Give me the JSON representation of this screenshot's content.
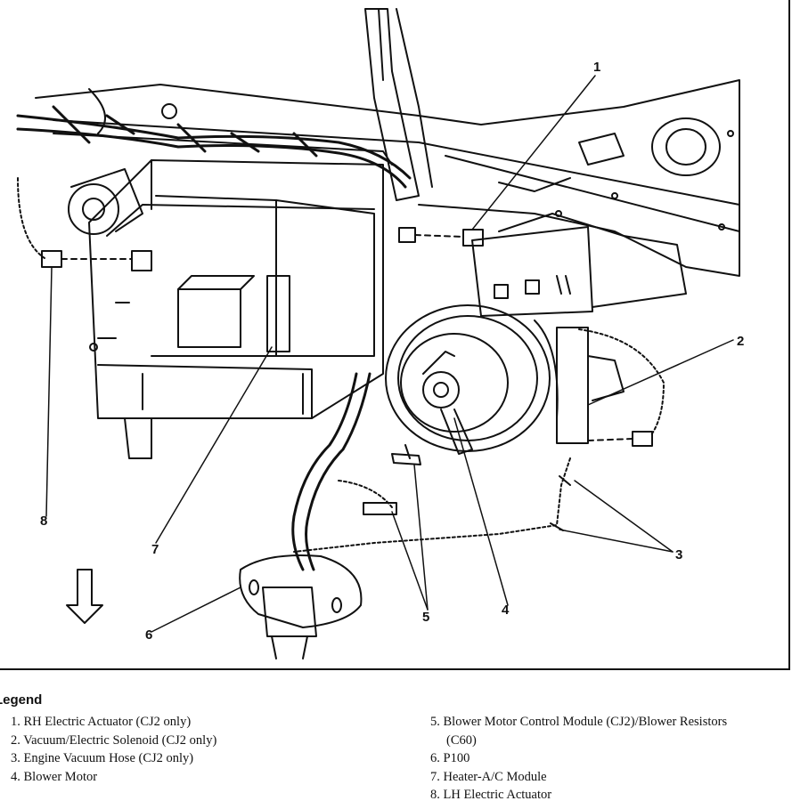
{
  "callouts": [
    "1",
    "2",
    "3",
    "4",
    "5",
    "6",
    "7",
    "8"
  ],
  "legend": {
    "title": "Legend",
    "left_items": [
      "1. RH Electric Actuator (CJ2 only)",
      "2. Vacuum/Electric Solenoid (CJ2 only)",
      "3. Engine Vacuum Hose (CJ2 only)",
      "4. Blower Motor"
    ],
    "right_items": [
      "5. Blower Motor Control Module (CJ2)/Blower Resistors",
      "(C60)",
      "6. P100",
      "7. Heater-A/C Module",
      "8. LH Electric Actuator"
    ]
  }
}
